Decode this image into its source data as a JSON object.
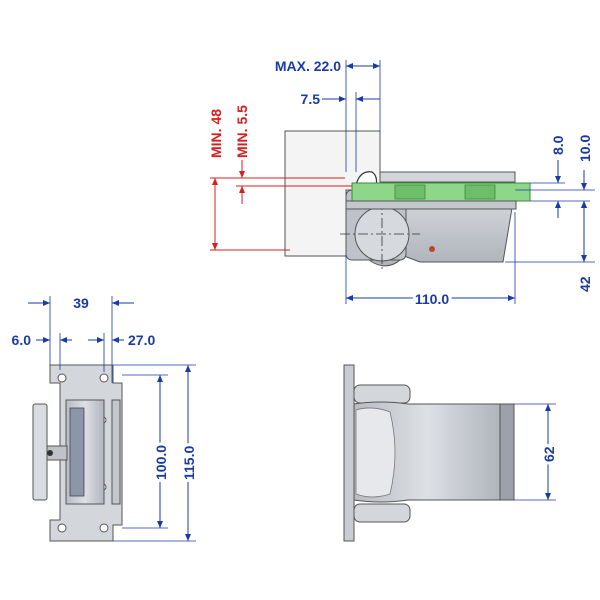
{
  "dimensions": {
    "max_label": "MAX. 22.0",
    "d_7_5": "7.5",
    "min_48": "MIN. 48",
    "min_5_5": "MIN. 5.5",
    "d_8_0": "8.0",
    "d_10_0": "10.0",
    "d_42": "42",
    "d_110_0": "110.0",
    "d_39": "39",
    "d_6_0": "6.0",
    "d_27_0": "27.0",
    "d_100_0": "100.0",
    "d_115_0": "115.0",
    "d_62": "62"
  },
  "colors": {
    "dimension_blue": "#1a3aa8",
    "dimension_red": "#d62020",
    "glass_green": "#8ed68a",
    "metal_grey": "#c9cdd3"
  }
}
